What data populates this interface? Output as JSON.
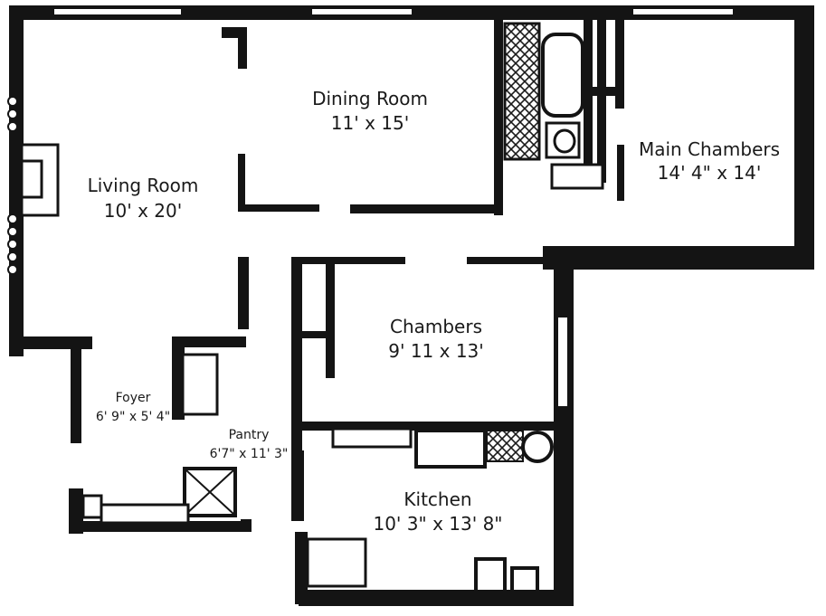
{
  "colors": {
    "wall": "#141414",
    "paper": "#ffffff",
    "fixture": "#1a1a1a"
  },
  "rooms": {
    "dining": {
      "name": "Dining Room",
      "dims": "11' x 15'"
    },
    "living": {
      "name": "Living Room",
      "dims": "10' x 20'"
    },
    "main_chambers": {
      "name": "Main Chambers",
      "dims": "14' 4\" x 14'"
    },
    "chambers": {
      "name": "Chambers",
      "dims": "9' 11 x 13'"
    },
    "foyer": {
      "name": "Foyer",
      "dims": "6' 9\" x 5' 4\""
    },
    "pantry": {
      "name": "Pantry",
      "dims": "6'7\" x 11' 3\""
    },
    "kitchen": {
      "name": "Kitchen",
      "dims": "10' 3\" x 13' 8\""
    }
  }
}
